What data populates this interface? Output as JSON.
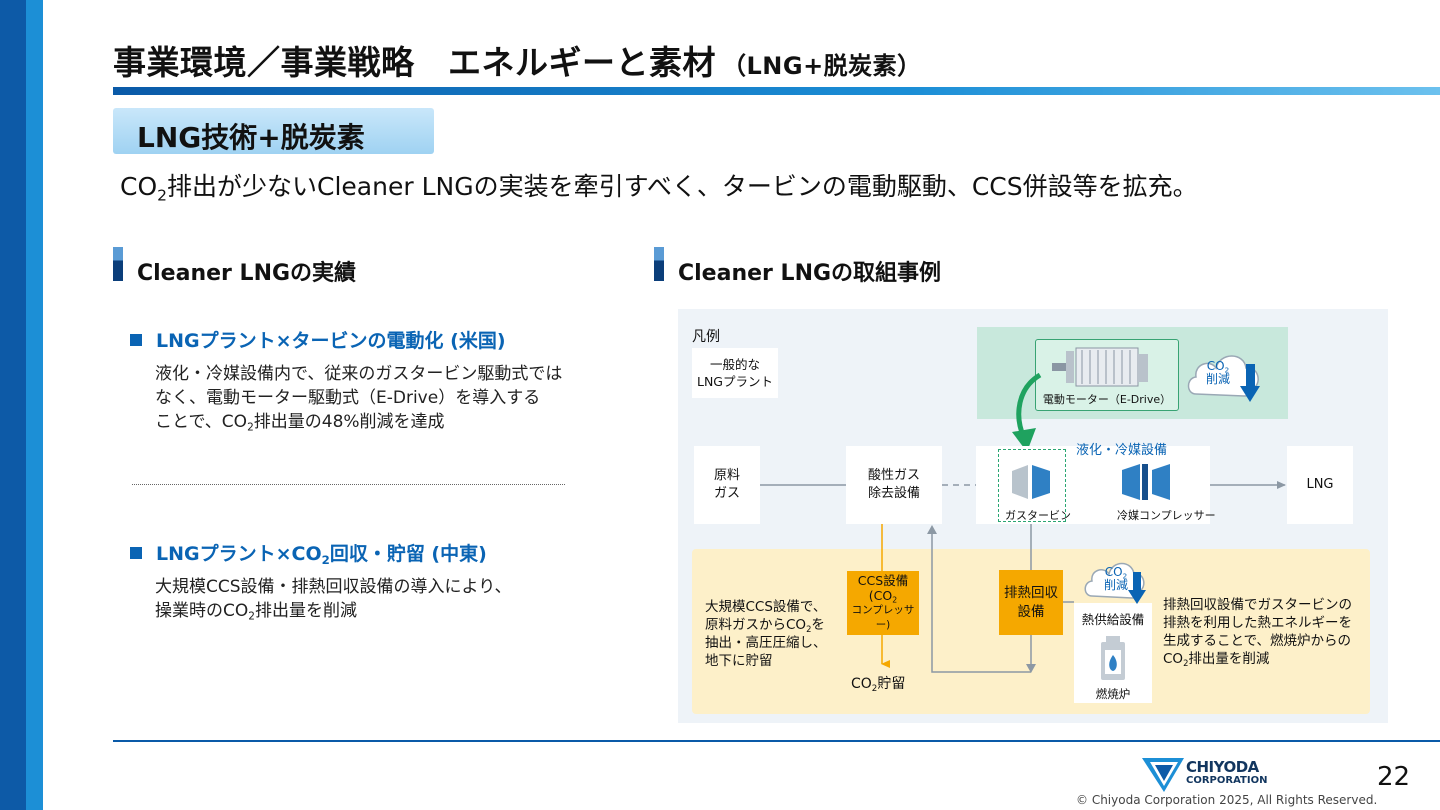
{
  "header": {
    "title": "事業環境／事業戦略　エネルギーと素材",
    "title_suffix": "（LNG+脱炭素）"
  },
  "section_badge": "LNG技術+脱炭素",
  "lead": {
    "prefix": "CO",
    "sub": "2",
    "suffix": "排出が少ないCleaner LNGの実装を牽引すべく、タービンの電動駆動、CCS併設等を拡充。"
  },
  "left": {
    "heading": "Cleaner LNGの実績",
    "item1": {
      "title": "LNGプラント×タービンの電動化 (米国)",
      "line1": "液化・冷媒設備内で、従来のガスタービン駆動式では",
      "line2": "なく、電動モーター駆動式（E-Drive）を導入する",
      "line3_prefix": "ことで、CO",
      "line3_sub": "2",
      "line3_suffix": "排出量の48%削減を達成"
    },
    "item2": {
      "title_prefix": "LNGプラント×CO",
      "title_sub": "2",
      "title_suffix": "回収・貯留 (中東)",
      "line1": "大規模CCS設備・排熱回収設備の導入により、",
      "line2_prefix": "操業時のCO",
      "line2_sub": "2",
      "line2_suffix": "排出量を削減"
    }
  },
  "right": {
    "heading": "Cleaner LNGの取組事例",
    "legend": {
      "label": "凡例",
      "line1": "一般的な",
      "line2": "LNGプラント"
    },
    "motor_label": "電動モーター（E-Drive）",
    "co2_reduction_1": {
      "line1_prefix": "CO",
      "line1_sub": "2",
      "line2": "削減"
    },
    "co2_reduction_2": {
      "line1_prefix": "CO",
      "line1_sub": "2",
      "line2": "削減"
    },
    "feed_gas": {
      "line1": "原料",
      "line2": "ガス"
    },
    "acid_gas": {
      "line1": "酸性ガス",
      "line2": "除去設備"
    },
    "liquefaction_label": "液化・冷媒設備",
    "gas_turbine_label": "ガスタービン",
    "compressor_label": "冷媒コンプレッサー",
    "lng_label": "LNG",
    "ccs_box": {
      "line1": "CCS設備",
      "line2_prefix": "(CO",
      "line2_sub": "2",
      "line3": "コンプレッサー)"
    },
    "heat_recovery": {
      "line1": "排熱回収",
      "line2": "設備"
    },
    "heat_supply_label": "熱供給設備",
    "furnace_label": "燃焼炉",
    "co2_storage": {
      "prefix": "CO",
      "sub": "2",
      "suffix": "貯留"
    },
    "left_note": {
      "line1": "大規模CCS設備で、",
      "line2_prefix": "原料ガスからCO",
      "line2_sub": "2",
      "line2_suffix": "を",
      "line3": "抽出・高圧圧縮し、",
      "line4": "地下に貯留"
    },
    "right_note": {
      "line1": "排熱回収設備でガスタービンの",
      "line2": "排熱を利用した熱エネルギーを",
      "line3": "生成することで、燃焼炉からの",
      "line4_prefix": "CO",
      "line4_sub": "2",
      "line4_suffix": "排出量を削減"
    }
  },
  "footer": {
    "page_number": "22",
    "copyright": "© Chiyoda Corporation 2025, All Rights Reserved.",
    "logo_line1": "CHIYODA",
    "logo_line2": "CORPORATION"
  },
  "colors": {
    "brand_dark": "#0d5aa7",
    "brand_light": "#1c8fd6",
    "accent_blue": "#0a64b4",
    "orange": "#f5a800",
    "green": "#38a373"
  }
}
